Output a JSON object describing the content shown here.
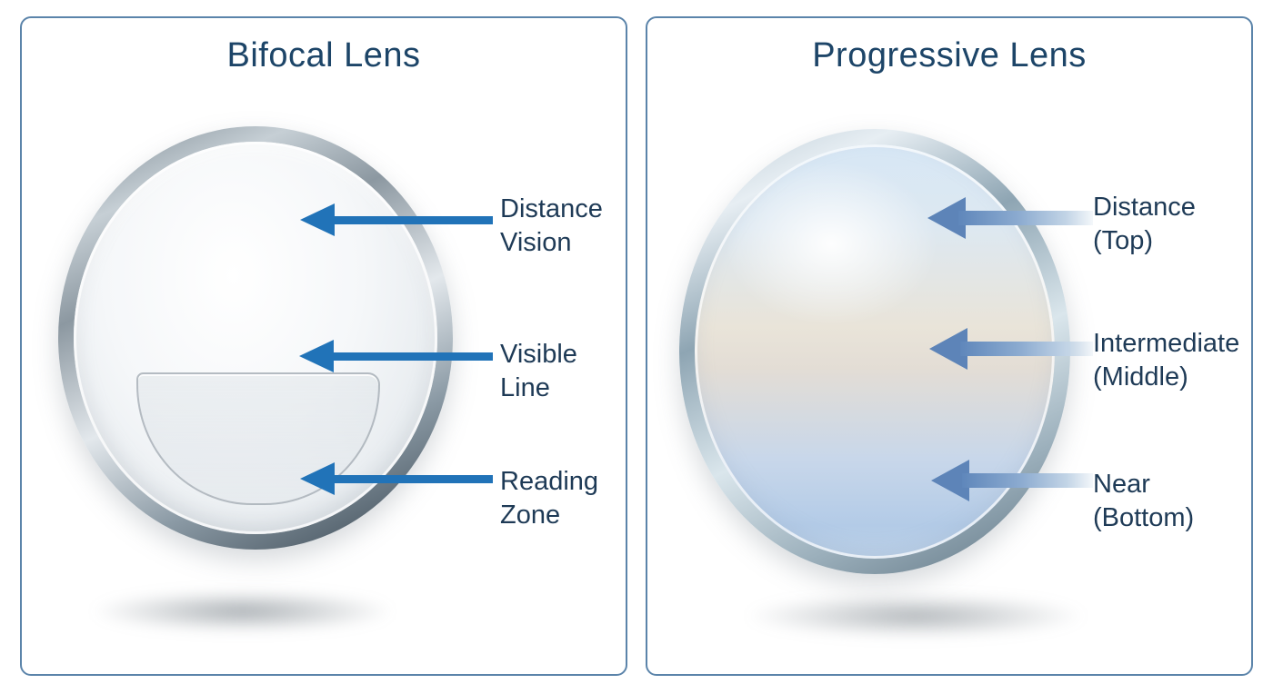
{
  "diagram": {
    "panels": [
      {
        "id": "bifocal",
        "title": "Bifocal Lens",
        "labels": [
          {
            "text": "Distance\nVision"
          },
          {
            "text": "Visible\nLine"
          },
          {
            "text": "Reading\nZone"
          }
        ]
      },
      {
        "id": "progressive",
        "title": "Progressive Lens",
        "labels": [
          {
            "text": "Distance\n(Top)"
          },
          {
            "text": "Intermediate\n(Middle)"
          },
          {
            "text": "Near\n(Bottom)"
          }
        ]
      }
    ],
    "colors": {
      "panel_border": "#5b84aa",
      "title_text": "#1d4568",
      "label_text": "#1e3a56",
      "arrow_solid_blue": "#2173b8",
      "arrow_gradient_head": "#5d84b8",
      "arrow_gradient_tail": "#cfdeed",
      "bifocal_rim": "#8c98a1",
      "progressive_rim": "#9cb0bc",
      "progressive_top_zone": "#d7e7f5",
      "progressive_mid_zone": "#e9e4d9",
      "progressive_bottom_zone": "#b3cbe7"
    }
  }
}
